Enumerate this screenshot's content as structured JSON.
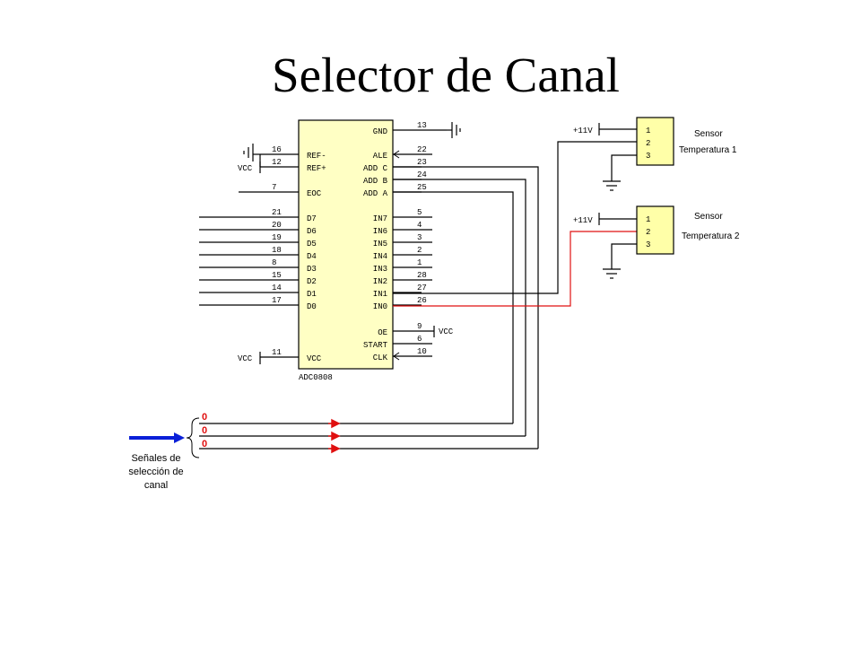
{
  "title": "Selector de Canal",
  "chip": {
    "name": "ADC0808",
    "fill": "#ffffc4",
    "left_pins": [
      {
        "num": "16",
        "label": "REF-"
      },
      {
        "num": "12",
        "label": "REF+"
      },
      {
        "num": "7",
        "label": "EOC"
      },
      {
        "num": "21",
        "label": "D7"
      },
      {
        "num": "20",
        "label": "D6"
      },
      {
        "num": "19",
        "label": "D5"
      },
      {
        "num": "18",
        "label": "D4"
      },
      {
        "num": "8",
        "label": "D3"
      },
      {
        "num": "15",
        "label": "D2"
      },
      {
        "num": "14",
        "label": "D1"
      },
      {
        "num": "17",
        "label": "D0"
      },
      {
        "num": "11",
        "label": "VCC"
      }
    ],
    "right_pins": [
      {
        "num": "13",
        "label": "GND"
      },
      {
        "num": "22",
        "label": "ALE"
      },
      {
        "num": "23",
        "label": "ADD C"
      },
      {
        "num": "24",
        "label": "ADD B"
      },
      {
        "num": "25",
        "label": "ADD A"
      },
      {
        "num": "5",
        "label": "IN7"
      },
      {
        "num": "4",
        "label": "IN6"
      },
      {
        "num": "3",
        "label": "IN5"
      },
      {
        "num": "2",
        "label": "IN4"
      },
      {
        "num": "1",
        "label": "IN3"
      },
      {
        "num": "28",
        "label": "IN2"
      },
      {
        "num": "27",
        "label": "IN1"
      },
      {
        "num": "26",
        "label": "IN0"
      },
      {
        "num": "9",
        "label": "OE"
      },
      {
        "num": "6",
        "label": "START"
      },
      {
        "num": "10",
        "label": "CLK"
      }
    ]
  },
  "labels": {
    "vcc": "VCC",
    "plus11v": "+11V"
  },
  "sensors": [
    {
      "title": "Sensor",
      "name": "Temperatura 1",
      "pins": [
        "1",
        "2",
        "3"
      ]
    },
    {
      "title": "Sensor",
      "name": "Temperatura 2",
      "pins": [
        "1",
        "2",
        "3"
      ]
    }
  ],
  "selection": {
    "bits": [
      "0",
      "0",
      "0"
    ],
    "caption_lines": [
      "Señales de",
      "selección de",
      "canal"
    ]
  },
  "colors": {
    "wire": "#000000",
    "signal_red": "#e01010",
    "arrow_blue": "#0a20d8",
    "sensor_fill": "#ffffa8"
  }
}
